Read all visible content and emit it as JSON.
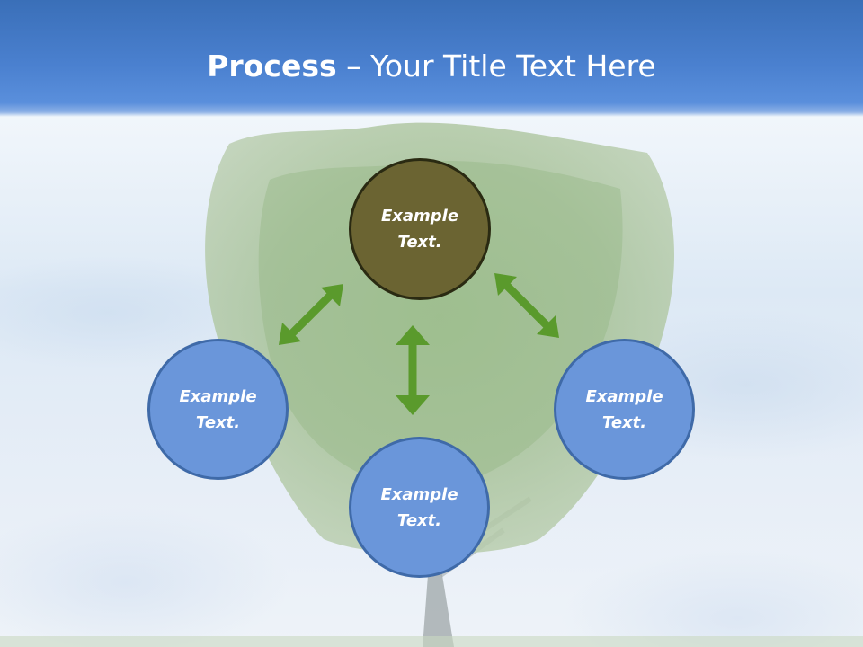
{
  "title": {
    "bold": "Process",
    "rest": " – Your Title Text Here"
  },
  "circles": {
    "top": "Example Text.",
    "left": "Example Text.",
    "bottom": "Example Text.",
    "right": "Example Text."
  },
  "colors": {
    "title_bar": "#4a80cf",
    "center_circle": "#6b6432",
    "outer_circle": "#6a96da",
    "arrow": "#5a9a2c"
  }
}
